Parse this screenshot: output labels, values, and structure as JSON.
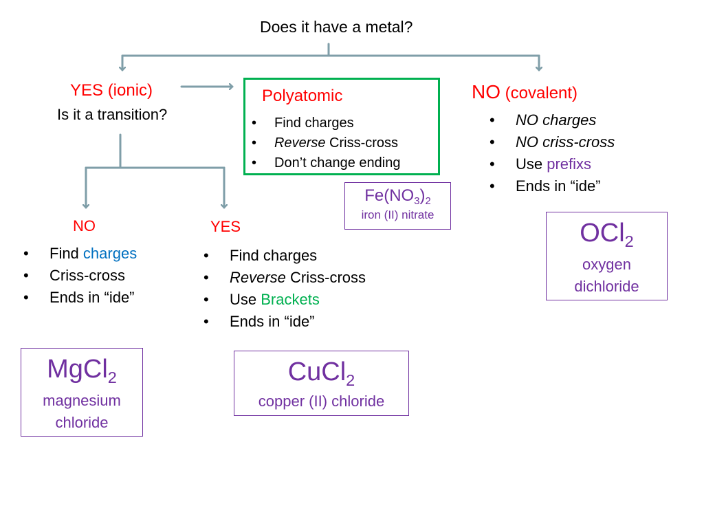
{
  "question": "Does it have a metal?",
  "yes_branch": {
    "label": "YES (ionic)",
    "question": "Is it a transition?"
  },
  "polyatomic": {
    "title": "Polyatomic",
    "item1": "Find charges",
    "item2_italic": "Reverse",
    "item2_rest": " Criss-cross",
    "item3": "Don’t change ending",
    "example": {
      "formula_a": "Fe(NO",
      "formula_sub1": "3",
      "formula_b": ")",
      "formula_sub2": "2",
      "name": "iron (II) nitrate"
    }
  },
  "no_covalent": {
    "label_no": "NO",
    "label_paren": " (covalent)",
    "item1": "NO charges",
    "item2": "NO criss-cross",
    "item3_plain": "Use ",
    "item3_colored": "prefixs",
    "item4": "Ends in “ide”",
    "example": {
      "formula": "OCl",
      "formula_sub": "2",
      "name_line1": "oxygen",
      "name_line2": "dichloride"
    }
  },
  "non_transition": {
    "label": "NO",
    "item1_plain": "Find ",
    "item1_colored": "charges",
    "item2": "Criss-cross",
    "item3": "Ends in “ide”",
    "example": {
      "formula": "MgCl",
      "formula_sub": "2",
      "name_line1": "magnesium",
      "name_line2": "chloride"
    }
  },
  "transition": {
    "label": "YES",
    "item1": "Find charges",
    "item2_italic": "Reverse",
    "item2_rest": " Criss-cross",
    "item3_plain": "Use ",
    "item3_colored": "Brackets",
    "item4": "Ends in “ide”",
    "example": {
      "formula": "CuCl",
      "formula_sub": "2",
      "name": "copper (II) chloride"
    }
  },
  "colors": {
    "arrow": "#7f9ea8",
    "red": "#ff0000",
    "purple": "#7030a0",
    "blue": "#0070c0",
    "green": "#00b050"
  }
}
